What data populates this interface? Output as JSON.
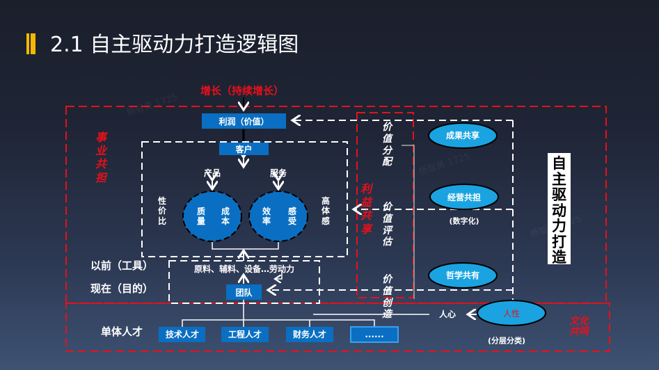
{
  "title": "2.1 自主驱动力打造逻辑图",
  "growth": "增长（持续增长）",
  "profit": "利润（价值）",
  "customer": "客户",
  "career_shared": "事业共担",
  "product": "产品",
  "service": "服务",
  "cost_performance": "性价比",
  "high_experience": "高体感",
  "left_circle": {
    "a": "质量",
    "b": "成本"
  },
  "right_circle": {
    "a": "效率",
    "b": "感受"
  },
  "before_label": "以前（工具）",
  "now_label": "现在（目的）",
  "resources": "原料、辅料、设备…劳动力",
  "team": "团队",
  "interest_shared": "利益共享",
  "value_steps": [
    "价值分配",
    "价值评估",
    "价值创造"
  ],
  "ellipses": [
    "成果共享",
    "经营共担",
    "哲学共有"
  ],
  "digitalization": "(数字化)",
  "side_title": "自主驱动力打造",
  "human_nature": "人性",
  "human_heart": "人心",
  "classification": "(分层分类)",
  "culture_resonance": "文化共鸣",
  "individual_talent": "单体人才",
  "talents": [
    "技术人才",
    "工程人才",
    "财务人才",
    "......"
  ],
  "watermark": "杨智勇 1725",
  "colors": {
    "red": "#e8101a",
    "blue_box": "#0a6fc2",
    "ellipse": "#1aa3e0",
    "accent": "#f5b800"
  }
}
